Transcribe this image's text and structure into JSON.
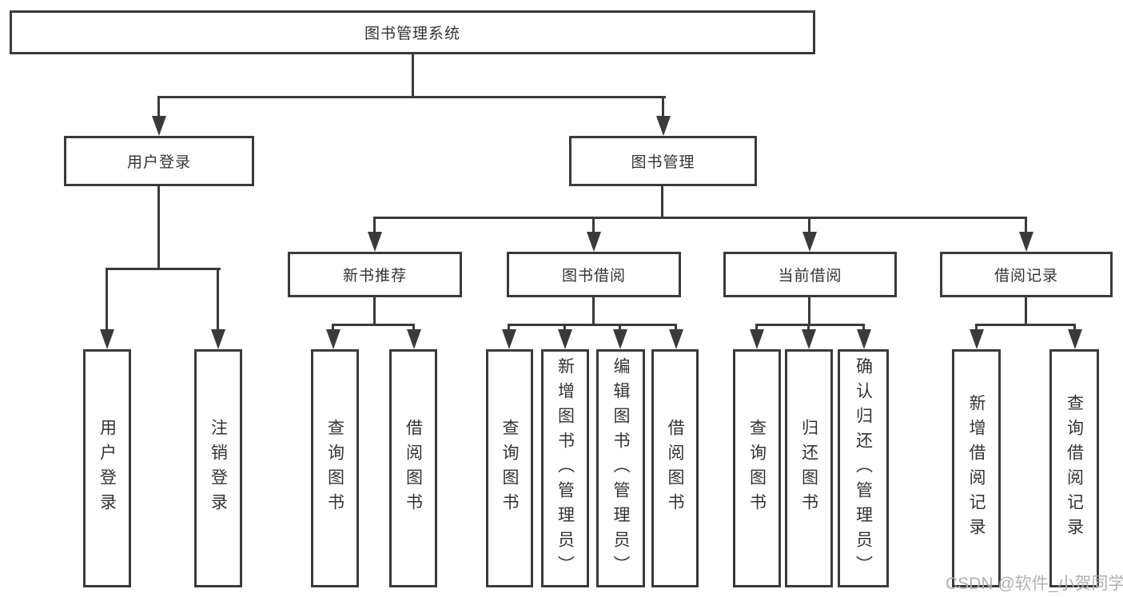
{
  "diagram": {
    "type": "hierarchy-tree",
    "title": "图书管理系统",
    "branches": [
      {
        "label": "用户登录",
        "children": [
          "用户登录",
          "注销登录"
        ]
      },
      {
        "label": "图书管理",
        "groups": [
          {
            "label": "新书推荐",
            "children": [
              "查询图书",
              "借阅图书"
            ]
          },
          {
            "label": "图书借阅",
            "children": [
              "查询图书",
              "新增图书（管理员）",
              "编辑图书（管理员）",
              "借阅图书"
            ]
          },
          {
            "label": "当前借阅",
            "children": [
              "查询图书",
              "归还图书",
              "确认归还（管理员）"
            ]
          },
          {
            "label": "借阅记录",
            "children": [
              "新增借阅记录",
              "查询借阅记录"
            ]
          }
        ]
      }
    ],
    "watermark": "CSDN @软件_小贺同学"
  },
  "colors": {
    "line": "#3a3a3a",
    "background": "#ffffff",
    "watermark": "#b0b0b0"
  }
}
